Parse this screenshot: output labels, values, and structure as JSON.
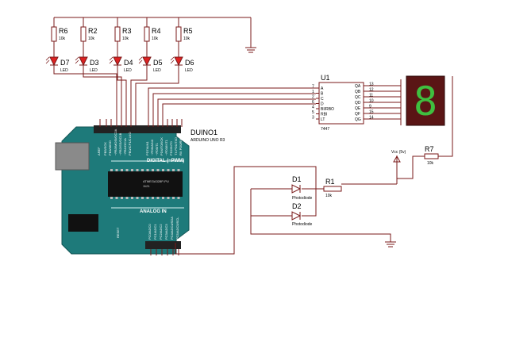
{
  "resistors_top": [
    {
      "ref": "R6",
      "value": "10k"
    },
    {
      "ref": "R2",
      "value": "10k"
    },
    {
      "ref": "R3",
      "value": "10k"
    },
    {
      "ref": "R4",
      "value": "10k"
    },
    {
      "ref": "R5",
      "value": "10k"
    }
  ],
  "leds": [
    {
      "ref": "D7",
      "value": "LED"
    },
    {
      "ref": "D3",
      "value": "LED"
    },
    {
      "ref": "D4",
      "value": "LED"
    },
    {
      "ref": "D5",
      "value": "LED"
    },
    {
      "ref": "D6",
      "value": "LED"
    }
  ],
  "decoder": {
    "ref": "U1",
    "part": "7447",
    "left_pins": [
      "A",
      "B",
      "C",
      "D",
      "BI/RBO",
      "RBI",
      "LT"
    ],
    "left_nums": [
      "7",
      "1",
      "2",
      "6",
      "4",
      "5",
      "3"
    ],
    "right_pins": [
      "QA",
      "QB",
      "QC",
      "QD",
      "QE",
      "QF",
      "QG"
    ],
    "right_nums": [
      "13",
      "12",
      "11",
      "10",
      "9",
      "15",
      "14"
    ]
  },
  "display": {
    "digit": "8"
  },
  "arduino": {
    "ref": "DUINO1",
    "model": "ARDUINO UNO R3",
    "digital_label": "DIGITAL (~PWM)",
    "analog_label": "ANALOG IN",
    "chip_label": "ATMEGA328P-PU",
    "chip_sub": "1121",
    "top_pins_left": [
      "AREF",
      "PB5/SCK",
      "PB4/MISO",
      "~PB3/MOSI/OC2A",
      "~PB2/SS/OC1B",
      "~PB1/OC1A",
      "PB0/ICP1/CLKO"
    ],
    "top_pins_right": [
      "PD7/AIN1",
      "~PD6/AIN0",
      "~PD5/T1",
      "PD4/T0/XCK",
      "~PD3/INT1",
      "PD2/INT0",
      "TX PD1/TXD",
      "RX PD0/RXD"
    ],
    "bottom_pins": [
      "PC0/ADC0",
      "PC1/ADC1",
      "PC2/ADC2",
      "PC3/ADC3",
      "PC4/ADC4/SDA",
      "PC5/ADC5/SCL"
    ],
    "reset_label": "RESET"
  },
  "vcc": {
    "label": "Vcc (5v)"
  },
  "r7": {
    "ref": "R7",
    "value": "10k"
  },
  "r1": {
    "ref": "R1",
    "value": "10k"
  },
  "photodiodes": [
    {
      "ref": "D1",
      "value": "Photodiode"
    },
    {
      "ref": "D2",
      "value": "Photodiode"
    }
  ]
}
